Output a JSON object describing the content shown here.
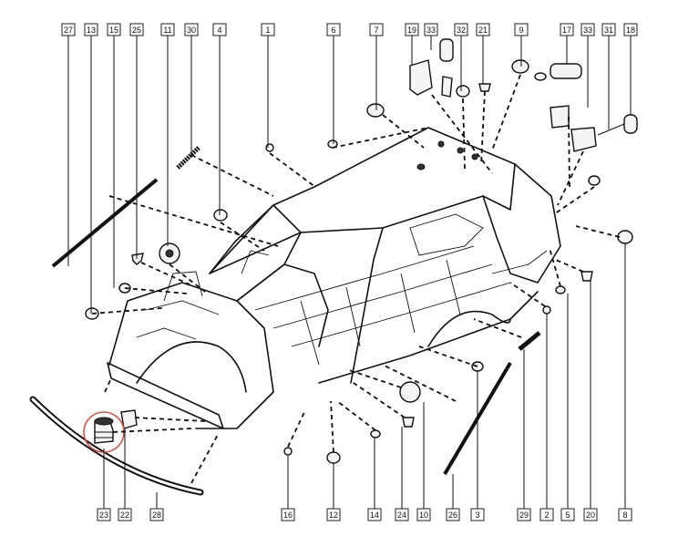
{
  "diagram": {
    "callouts_top": [
      "27",
      "13",
      "15",
      "25",
      "11",
      "30",
      "4",
      "1",
      "6",
      "7",
      "19",
      "33",
      "32",
      "21",
      "9",
      "17",
      "33",
      "31",
      "18"
    ],
    "callouts_bottom": [
      "23",
      "22",
      "28",
      "16",
      "12",
      "14",
      "24",
      "10",
      "26",
      "3",
      "29",
      "2",
      "5",
      "20",
      "8"
    ],
    "highlight": {
      "part_label": "23",
      "color": "#d9534f"
    }
  }
}
